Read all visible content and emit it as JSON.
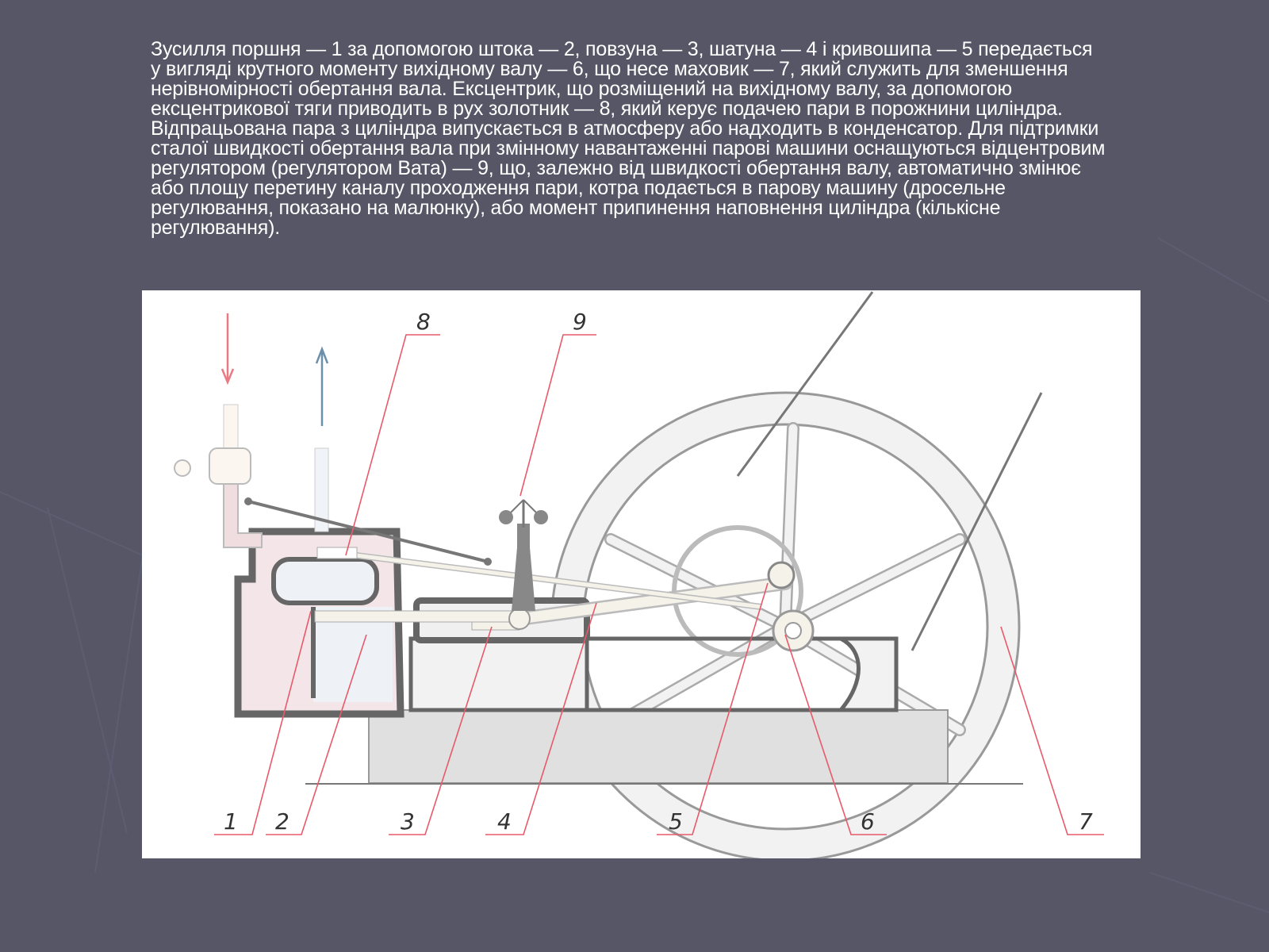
{
  "slide": {
    "paragraph_lines": [
      "Зусилля поршня — 1 за допомогою штока — 2, повзуна — 3, шатуна — 4 і кривошипа — 5 передається",
      "у вигляді крутного моменту вихідному валу — 6, що несе маховик — 7, який служить для зменшення",
      "нерівномірності обертання вала. Ексцентрик, що розміщений на вихідному валу, за допомогою",
      "ексцентрикової тяги приводить в рух золотник — 8, який керує подачею пари в порожнини циліндра.",
      "Відпрацьована пара з циліндра випускається в атмосферу або надходить в конденсатор. Для підтримки",
      "сталої швидкості обертання вала при змінному навантаженні парові машини оснащуються відцентровим",
      "регулятором (регулятором Вата) — 9, що, залежно від швидкості обертання валу, автоматично змінює",
      "або площу перетину каналу проходження пари, котра подається в парову машину (дросельне",
      "регулювання, показано на малюнку), або момент припинення наповнення циліндра (кількісне",
      "регулювання)."
    ]
  },
  "diagram": {
    "labels": {
      "piston": "1",
      "rod": "2",
      "crosshead": "3",
      "connecting_rod": "4",
      "crank": "5",
      "shaft": "6",
      "flywheel": "7",
      "slide_valve": "8",
      "governor": "9"
    },
    "colors": {
      "leader": "#e85a6a",
      "steam_in": "#e87a84",
      "steam_out": "#6a90aa",
      "metal": "#777777"
    }
  }
}
